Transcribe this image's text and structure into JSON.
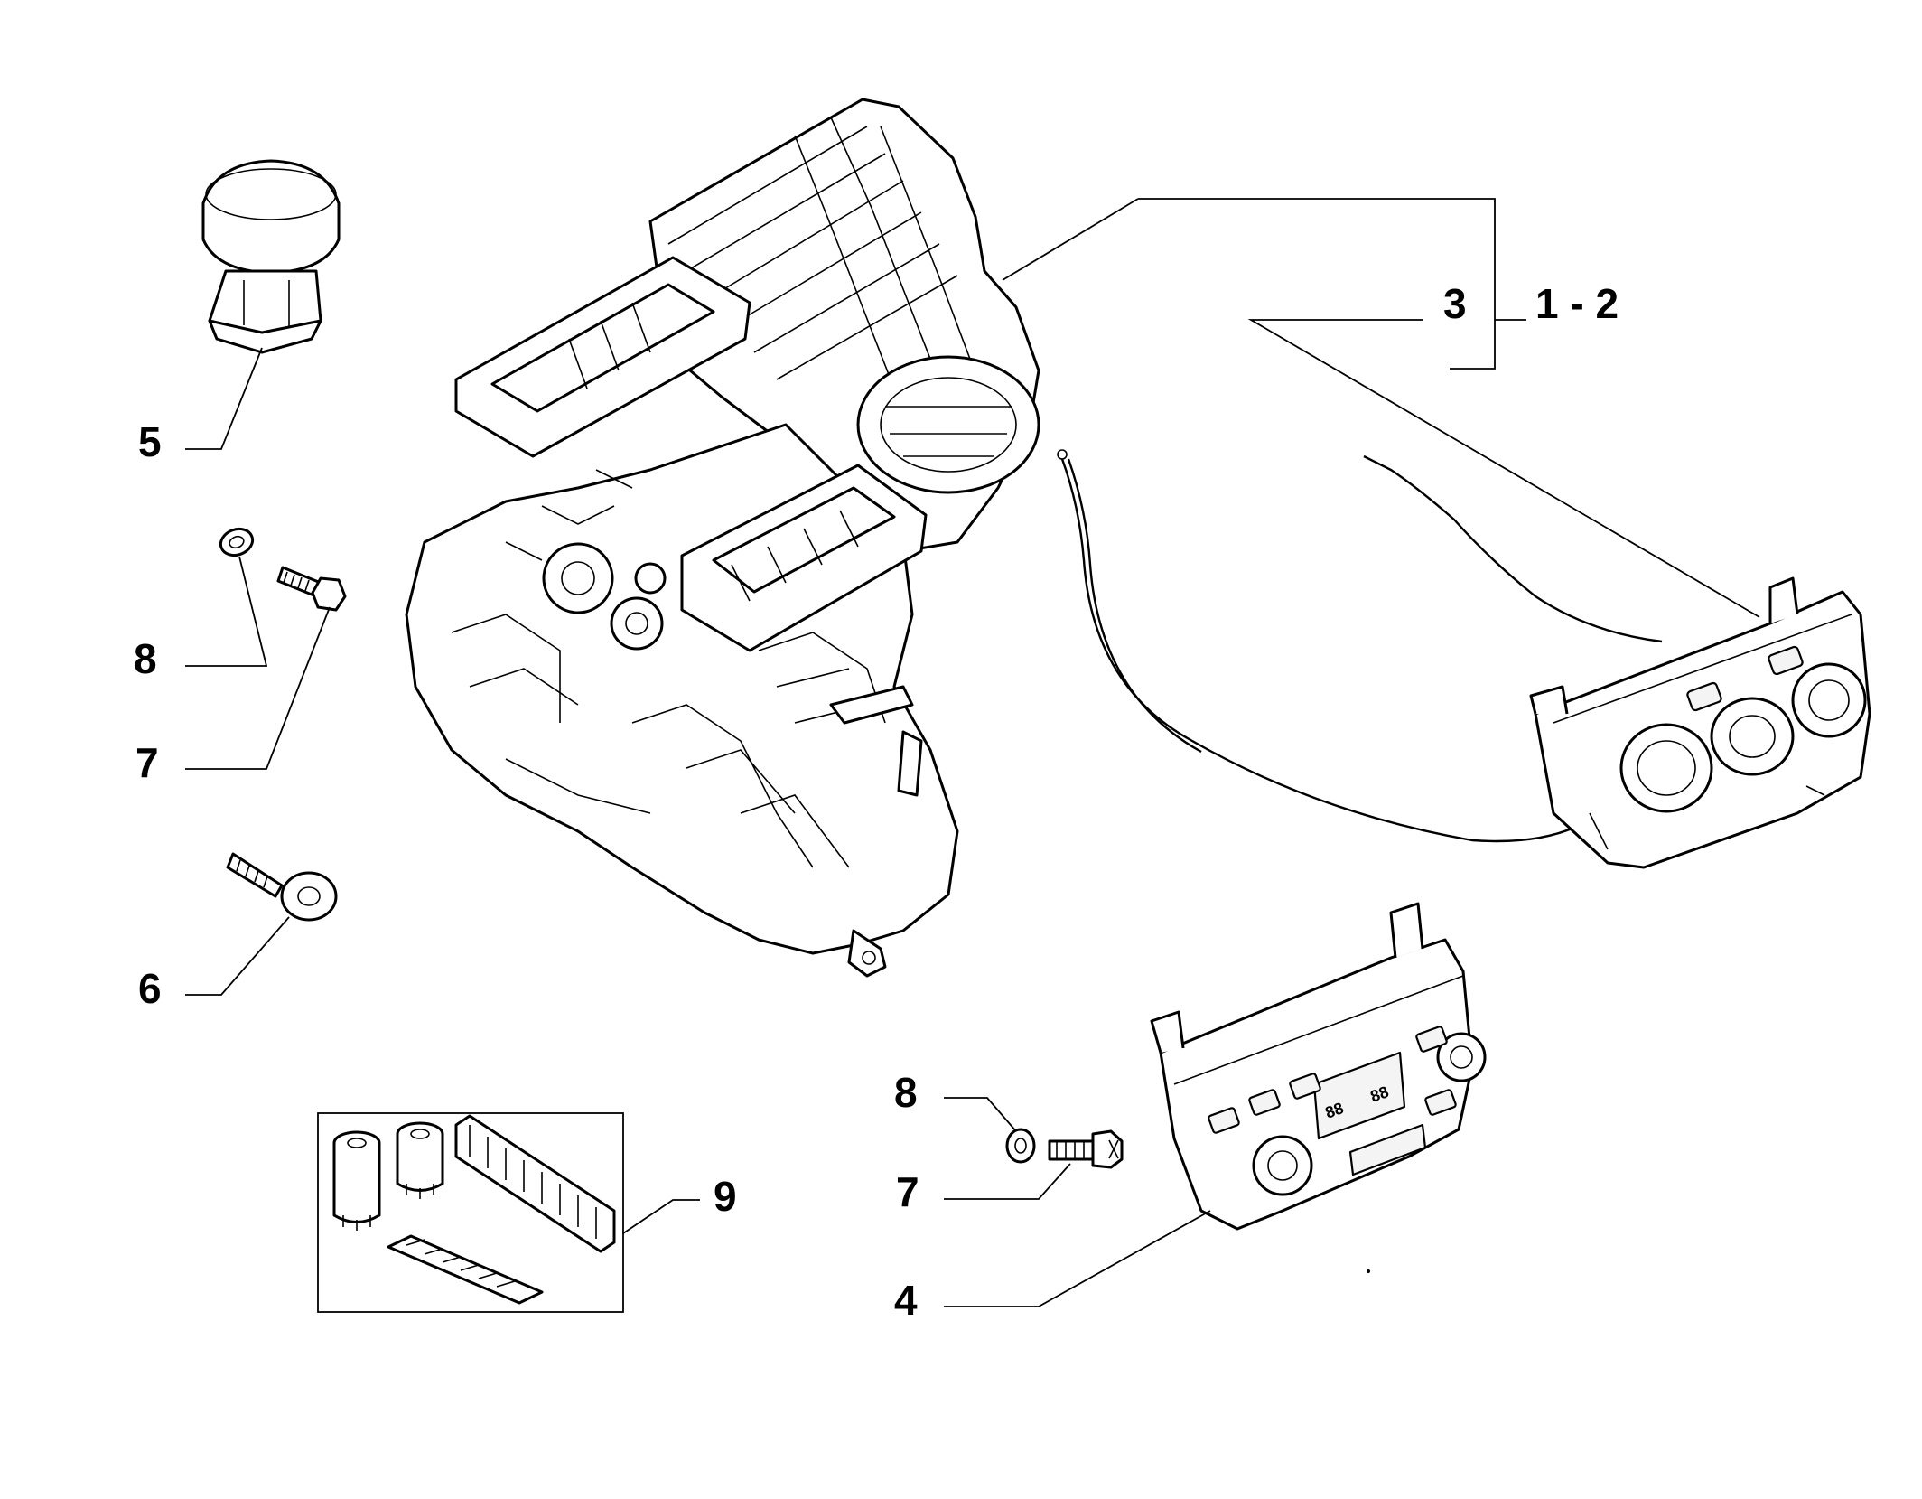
{
  "callouts": {
    "c1_2": "1 - 2",
    "c3": "3",
    "c4": "4",
    "c5": "5",
    "c6": "6",
    "c7a": "7",
    "c7b": "7",
    "c8a": "8",
    "c8b": "8",
    "c9": "9"
  },
  "panel_display": {
    "left": "88",
    "right": "88"
  },
  "colors": {
    "ink": "#000000",
    "paper": "#ffffff"
  }
}
